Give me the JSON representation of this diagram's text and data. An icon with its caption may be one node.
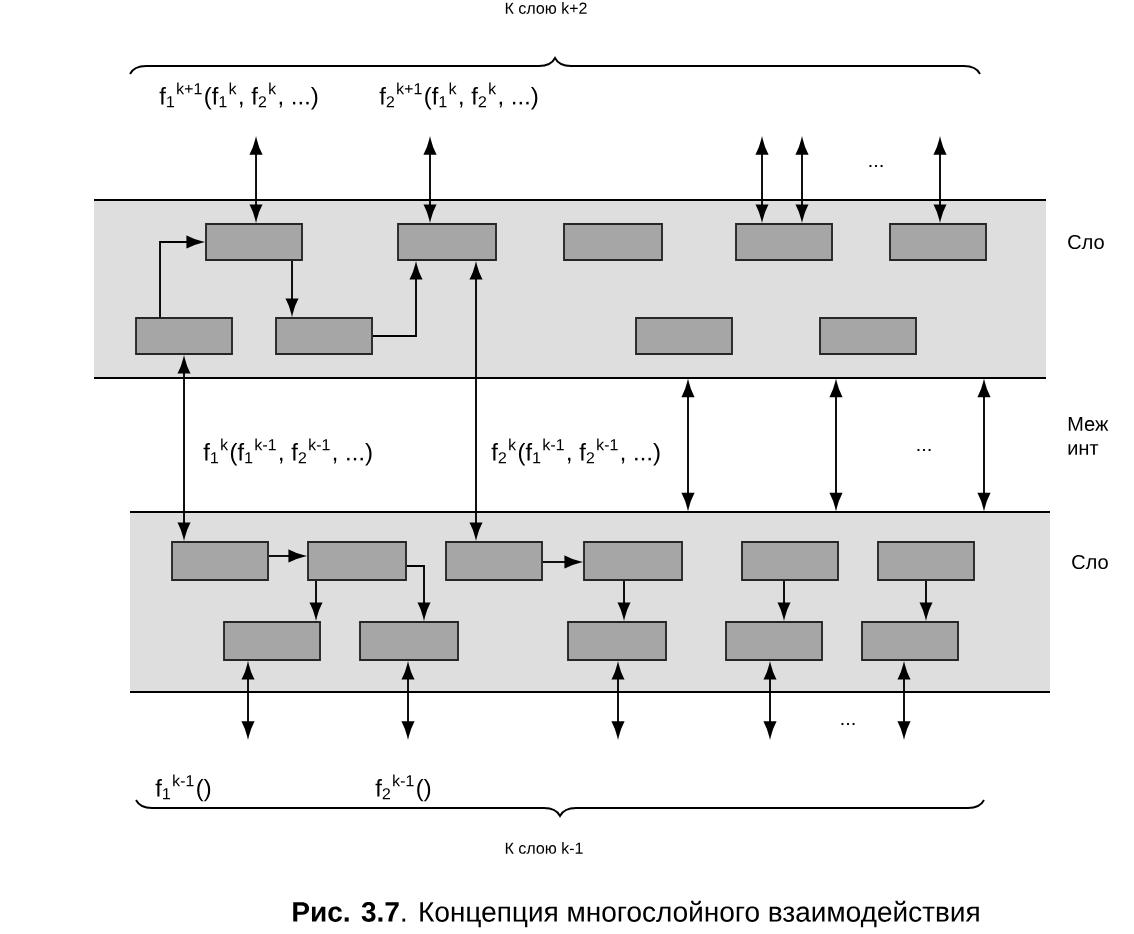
{
  "diagram": {
    "caption": "**Рис. 3.7**. Концепция многослойного взаимодействия",
    "nodes": [
      {
        "text": [
          "Сло"
        ]
      },
      {
        "text": [],
        "shape": "box",
        "in": 0
      },
      {
        "text": [],
        "shape": "box",
        "in": 0
      },
      {
        "text": [],
        "shape": "box",
        "in": 0
      },
      {
        "text": [],
        "shape": "box",
        "in": 0
      },
      {
        "text": [],
        "shape": "box",
        "in": 0
      },
      {
        "text": [],
        "shape": "box",
        "in": 0
      },
      {
        "text": [],
        "shape": "box",
        "in": 0
      },
      {
        "text": [],
        "shape": "box",
        "in": 0
      },
      {
        "text": [],
        "shape": "box",
        "in": 0
      },
      {
        "text": [
          "Сло"
        ]
      },
      {
        "text": [],
        "shape": "box",
        "in": 10
      },
      {
        "text": [],
        "shape": "box",
        "in": 10
      },
      {
        "text": [],
        "shape": "box",
        "in": 10
      },
      {
        "text": [],
        "shape": "box",
        "in": 10
      },
      {
        "text": [],
        "shape": "box",
        "in": 10
      },
      {
        "text": [],
        "shape": "box",
        "in": 10
      },
      {
        "text": [],
        "shape": "box",
        "in": 10
      },
      {
        "text": [],
        "shape": "box",
        "in": 10
      },
      {
        "text": [],
        "shape": "box",
        "in": 10
      },
      {
        "text": [],
        "shape": "box",
        "in": 10
      },
      {
        "text": [],
        "shape": "box",
        "in": 10
      }
    ],
    "edges": [
      {
        "from": 6,
        "to": 1,
        "arrow": "to"
      },
      {
        "from": 1,
        "to": 7,
        "arrow": "to"
      },
      {
        "from": 7,
        "to": 2,
        "arrow": "to"
      },
      {
        "from": 13,
        "to": 2,
        "arrow": "both"
      },
      {
        "from": 6,
        "to": 11,
        "arrow": "both"
      },
      {
        "from": 11,
        "to": 12,
        "arrow": "to"
      },
      {
        "from": 12,
        "to": 17,
        "arrow": "to"
      },
      {
        "from": 12,
        "to": 18,
        "arrow": "to"
      },
      {
        "from": 13,
        "to": 14,
        "arrow": "to"
      },
      {
        "from": 14,
        "to": 19,
        "arrow": "to"
      },
      {
        "from": 15,
        "to": 20,
        "arrow": "to"
      },
      {
        "from": 16,
        "to": 21,
        "arrow": "to"
      },
      {
        "from": null,
        "to": 1,
        "arrow": "both"
      },
      {
        "from": null,
        "to": 2,
        "arrow": "both"
      },
      {
        "from": null,
        "to": 4,
        "arrow": "both"
      },
      {
        "from": null,
        "to": 4,
        "arrow": "both"
      },
      {
        "from": null,
        "to": 5,
        "arrow": "both"
      },
      {
        "from": 0,
        "to": 10,
        "arrow": "both"
      },
      {
        "from": 0,
        "to": 10,
        "arrow": "both"
      },
      {
        "from": 0,
        "to": 10,
        "arrow": "both"
      },
      {
        "from": 17,
        "to": null,
        "arrow": "both"
      },
      {
        "from": 18,
        "to": null,
        "arrow": "both"
      },
      {
        "from": 19,
        "to": null,
        "arrow": "both"
      },
      {
        "from": 20,
        "to": null,
        "arrow": "both"
      },
      {
        "from": 21,
        "to": null,
        "arrow": "both"
      }
    ],
    "labels": [
      "К слою k+2",
      "f$_{1}$$^{k+1}$(f$_{1}$$^{k}$, f$_{2}$$^{k}$, ...)",
      "f$_{2}$$^{k+1}$(f$_{1}$$^{k}$, f$_{2}$$^{k}$, ...)",
      "...",
      "f$_{1}$$^{k}$(f$_{1}$$^{k-1}$, f$_{2}$$^{k-1}$, ...)",
      "f$_{2}$$^{k}$(f$_{1}$$^{k-1}$, f$_{2}$$^{k-1}$, ...)",
      "...",
      "Меж инт",
      "...",
      "f$_{1}$$^{k-1}$()",
      "f$_{2}$$^{k-1}$()",
      "К слою k-1"
    ]
  }
}
